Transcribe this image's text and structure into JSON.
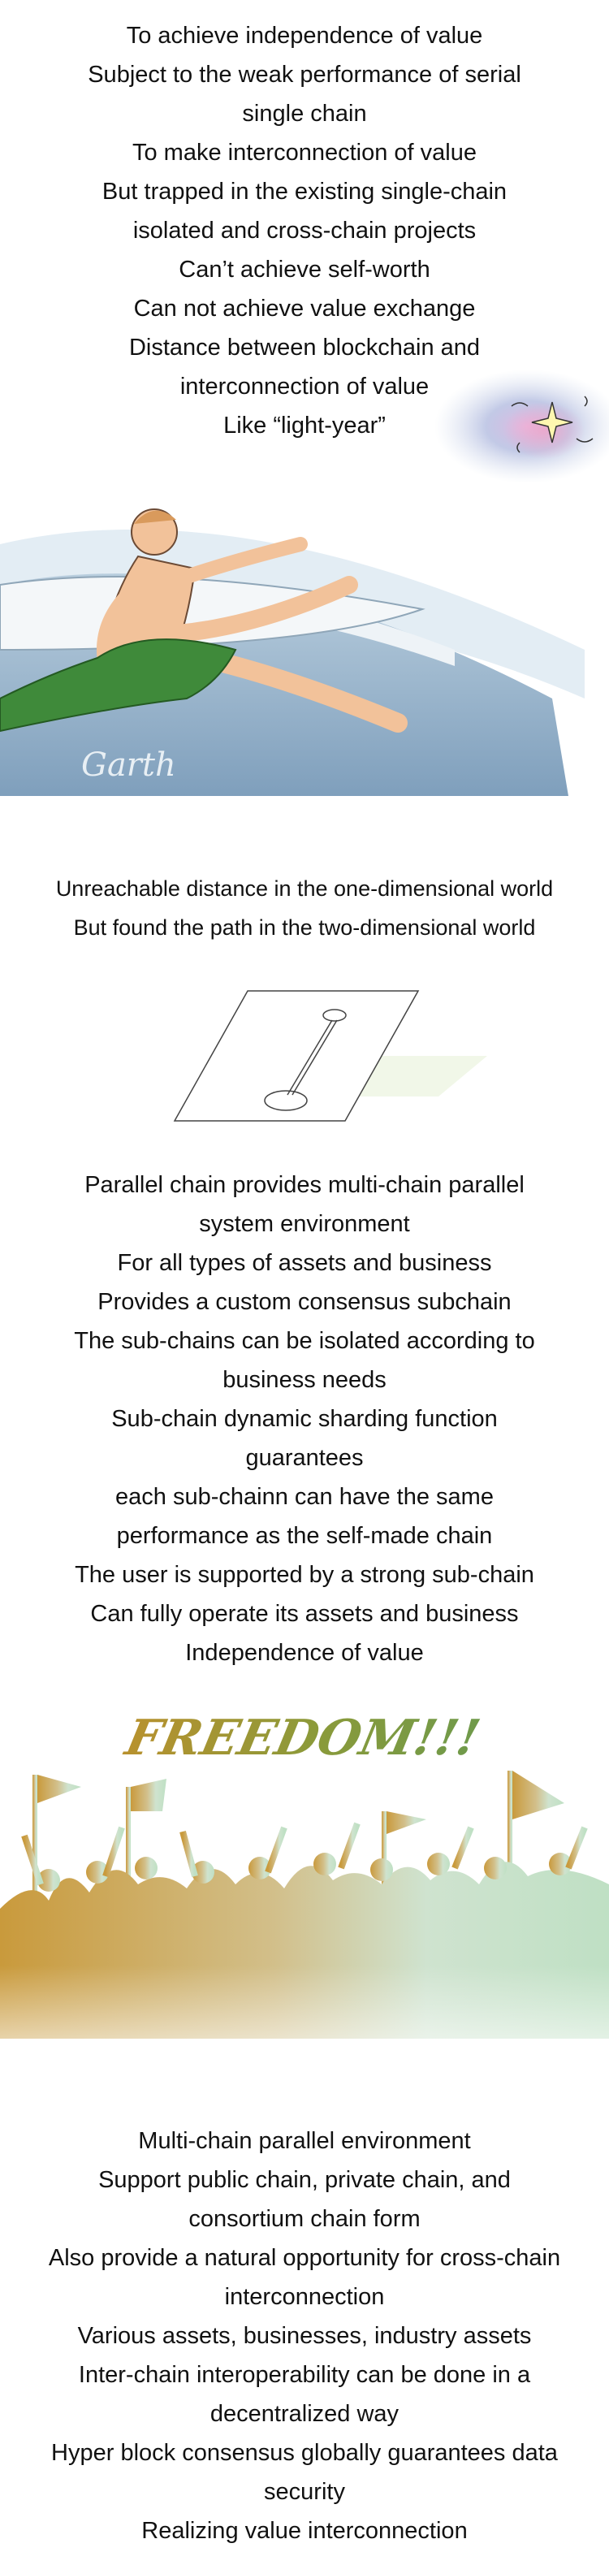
{
  "section1": {
    "lines": [
      "To achieve independence of value",
      "Subject to the weak performance of serial",
      "single chain",
      "To make interconnection of value",
      "But trapped in the existing single-chain",
      "isolated and cross-chain projects",
      "Can’t achieve self-worth",
      "Can not achieve value exchange",
      "Distance between blockchain and",
      "interconnection of value",
      "Like “light-year”"
    ]
  },
  "illustration1": {
    "signature": "Garth"
  },
  "section2": {
    "lines": [
      "Unreachable distance in the one-dimensional world",
      "But found the path in the two-dimensional world"
    ]
  },
  "section3": {
    "lines": [
      "Parallel chain provides multi-chain parallel",
      "system environment",
      "For all types of assets and business",
      "Provides a custom consensus subchain",
      "The sub-chains can be isolated according to",
      "business needs",
      "Sub-chain dynamic sharding function",
      "guarantees",
      "each sub-chainn can have the same",
      "performance as the self-made chain",
      "The user is supported by a strong sub-chain",
      "Can fully operate its assets and business",
      "Independence of value"
    ]
  },
  "banner": {
    "text": "FREEDOM!!!"
  },
  "section4": {
    "lines": [
      "Multi-chain parallel environment",
      "Support public chain, private chain, and",
      "consortium chain form",
      "Also provide a natural opportunity for cross-chain",
      "interconnection",
      "Various assets, businesses, industry assets",
      "Inter-chain interoperability can be done in a",
      "decentralized way",
      "Hyper block consensus globally guarantees data",
      "security",
      "Realizing value interconnection"
    ]
  },
  "colors": {
    "text": "#111111",
    "freedom_gold": "#b8912e",
    "freedom_green": "#6f9a4b",
    "crowd_gold": "#c99a3c",
    "crowd_green": "#bfe0c4",
    "pool_blue": "#8fb0c8"
  }
}
